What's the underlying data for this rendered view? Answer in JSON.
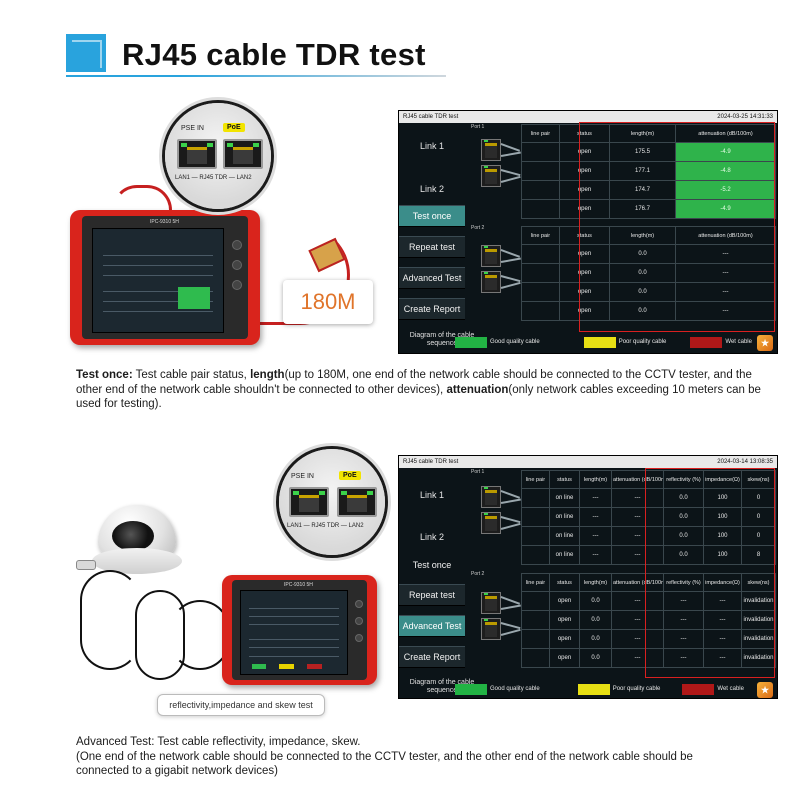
{
  "header": {
    "title": "RJ45 cable TDR test"
  },
  "illustration1": {
    "pse_in": "PSE IN",
    "poe": "PoE",
    "ports_label": "LAN1 — RJ45 TDR — LAN2",
    "length_badge": "180M"
  },
  "illustration2": {
    "pse_in": "PSE IN",
    "poe": "PoE",
    "ports_label": "LAN1 — RJ45 TDR — LAN2",
    "callout": "reflectivity,impedance and skew test"
  },
  "panel1": {
    "window_title": "RJ45 cable TDR test",
    "clock": "2024-03-25 14:31:33",
    "link1_label": "Link 1",
    "link2_label": "Link 2",
    "port1_tag": "Port 1",
    "port2_tag": "Port 2",
    "buttons": [
      "Test once",
      "Repeat test",
      "Advanced Test",
      "Create Report"
    ],
    "diagram_label": "Diagram of the cable sequence",
    "table1": {
      "headers": [
        "line pair",
        "status",
        "length(m)",
        "attenuation (dB/100m)"
      ],
      "rows": [
        [
          "",
          "open",
          "175.5",
          "-4.9"
        ],
        [
          "",
          "open",
          "177.1",
          "-4.8"
        ],
        [
          "",
          "open",
          "174.7",
          "-5.2"
        ],
        [
          "",
          "open",
          "176.7",
          "-4.9"
        ]
      ]
    },
    "table2": {
      "headers": [
        "line pair",
        "status",
        "length(m)",
        "attenuation (dB/100m)"
      ],
      "rows": [
        [
          "",
          "open",
          "0.0",
          "---"
        ],
        [
          "",
          "open",
          "0.0",
          "---"
        ],
        [
          "",
          "open",
          "0.0",
          "---"
        ],
        [
          "",
          "open",
          "0.0",
          "---"
        ]
      ]
    },
    "legend": {
      "good": "Good quality cable",
      "poor": "Poor quality cable",
      "wet": "Wet cable"
    }
  },
  "panel2": {
    "window_title": "RJ45 cable TDR test",
    "clock": "2024-03-14 13:08:35",
    "link1_label": "Link 1",
    "link2_label": "Link 2",
    "port1_tag": "Port 1",
    "port2_tag": "Port 2",
    "buttons": [
      "Test once",
      "Repeat test",
      "Advanced Test",
      "Create Report"
    ],
    "diagram_label": "Diagram of the cable sequence",
    "table1": {
      "headers": [
        "line pair",
        "status",
        "length(m)",
        "attenuation (dB/100m)",
        "reflectivity (%)",
        "impedance(Ω)",
        "skew(ns)"
      ],
      "rows": [
        [
          "",
          "on line",
          "---",
          "---",
          "0.0",
          "100",
          "0"
        ],
        [
          "",
          "on line",
          "---",
          "---",
          "0.0",
          "100",
          "0"
        ],
        [
          "",
          "on line",
          "---",
          "---",
          "0.0",
          "100",
          "0"
        ],
        [
          "",
          "on line",
          "---",
          "---",
          "0.0",
          "100",
          "8"
        ]
      ]
    },
    "table2": {
      "headers": [
        "line pair",
        "status",
        "length(m)",
        "attenuation (dB/100m)",
        "reflectivity (%)",
        "impedance(Ω)",
        "skew(ns)"
      ],
      "rows": [
        [
          "",
          "open",
          "0.0",
          "---",
          "---",
          "---",
          "invalidation"
        ],
        [
          "",
          "open",
          "0.0",
          "---",
          "---",
          "---",
          "invalidation"
        ],
        [
          "",
          "open",
          "0.0",
          "---",
          "---",
          "---",
          "invalidation"
        ],
        [
          "",
          "open",
          "0.0",
          "---",
          "---",
          "---",
          "invalidation"
        ]
      ]
    },
    "legend": {
      "good": "Good quality cable",
      "poor": "Poor quality cable",
      "wet": "Wet cable"
    }
  },
  "caption1": {
    "lead": "Test once:",
    "part1": " Test cable pair status, ",
    "length_term": "length",
    "part2": "(up to 180M, one end of the network cable should be connected to the CCTV tester, and the other end of the network cable shouldn't be connected to other devices), ",
    "atten_term": "attenuation",
    "part3": "(only network cables exceeding 10 meters can be used for testing)."
  },
  "caption2": {
    "line1": "Advanced Test: Test cable reflectivity, impedance, skew.",
    "line2": "(One end of the network cable should be connected to the CCTV tester, and the other end of the network cable should be connected to a gigabit network devices)"
  }
}
